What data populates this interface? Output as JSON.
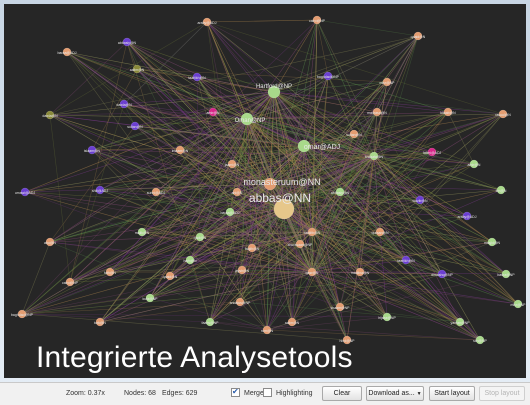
{
  "graph": {
    "node_labels": {
      "center": "abbas@NN",
      "secondary": "monasteruum@NN",
      "omar": "omar@ADJ",
      "hartford": "Hartford@NP",
      "oman": "Oman@NP",
      "small": [
        "baraa@ADJ",
        "abbasiy@N",
        "araby@ADJ",
        "cairo@NP",
        "qaaid@N",
        "aalim@N",
        "taariikh@N",
        "baghdad@NP",
        "misr@NP",
        "dawla@N",
        "sultan@N",
        "amir@N",
        "madrasa@N",
        "kitaab@N",
        "rasuul@N",
        "islaam@N",
        "imaam@N",
        "jaami@N",
        "khilaafa@N",
        "fatimi@ADJ",
        "umawi@ADJ",
        "shiii@ADJ",
        "sunni@ADJ",
        "ahl@N",
        "waziir@N",
        "ibn@N",
        "abu@N",
        "malik@N",
        "qadi@N",
        "faqiih@N",
        "hadiith@N",
        "quraan@N",
        "masjid@N",
        "fath@N",
        "harb@N",
        "jaysh@N",
        "qasr@N",
        "madiina@N",
        "dimashq@NP",
        "basra@NP",
        "kufa@NP",
        "andalus@NP",
        "shaam@NP",
        "hijaaz@NP",
        "yaman@NP",
        "turk@N",
        "faaris@NP",
        "rum@N",
        "hind@NP",
        "siin@NP",
        "khurasaan@NP"
      ]
    },
    "colors": {
      "background": "#262626",
      "orange_node": "#e39c70",
      "green_node": "#a8d98a",
      "purple_node": "#6b3fd1",
      "magenta_node": "#d9268a",
      "olive_node": "#8a8a3a",
      "edge_colors": [
        "#6f7a3a",
        "#b0864e",
        "#7a3a8a",
        "#a0a060",
        "#8a4a7a",
        "#5a8a4a"
      ]
    }
  },
  "caption": "Integrierte Analysetools",
  "statusbar": {
    "zoom": "Zoom: 0.37x",
    "nodes": "Nodes: 68",
    "edges": "Edges: 629",
    "merge_label": "Merge",
    "merge_checked": true,
    "highlighting_label": "Highlighting",
    "highlighting_checked": false,
    "clear_label": "Clear",
    "download_label": "Download as...",
    "start_layout_label": "Start layout",
    "stop_layout_label": "Stop layout"
  }
}
